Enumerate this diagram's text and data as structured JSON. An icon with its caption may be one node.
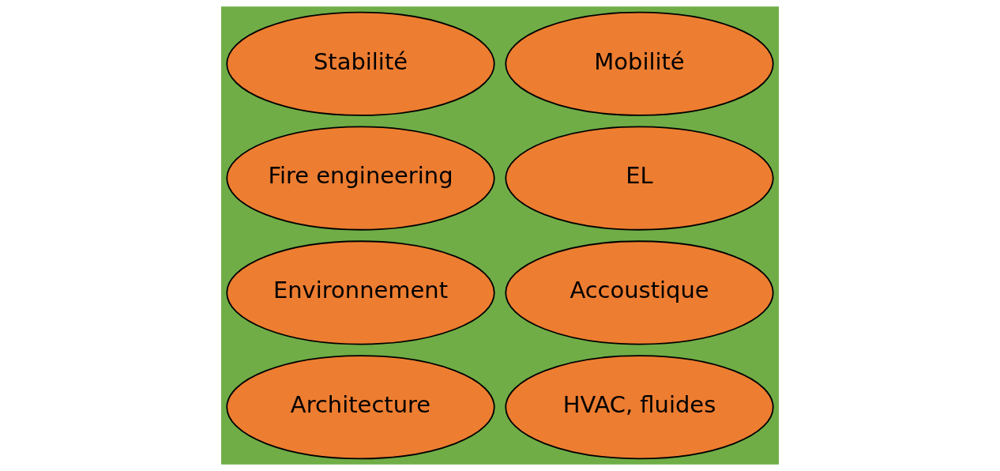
{
  "diagram": {
    "nodes": [
      {
        "text": [
          "Stabilité"
        ]
      },
      {
        "text": [
          "Fire engineering"
        ]
      },
      {
        "text": [
          "Environnement"
        ]
      },
      {
        "text": [
          "Architecture"
        ]
      },
      {
        "text": [
          "Mobilité"
        ]
      },
      {
        "text": [
          "EL"
        ]
      },
      {
        "text": [
          "Accoustique"
        ]
      },
      {
        "text": [
          "HVAC, fluides"
        ]
      }
    ],
    "edges": []
  }
}
